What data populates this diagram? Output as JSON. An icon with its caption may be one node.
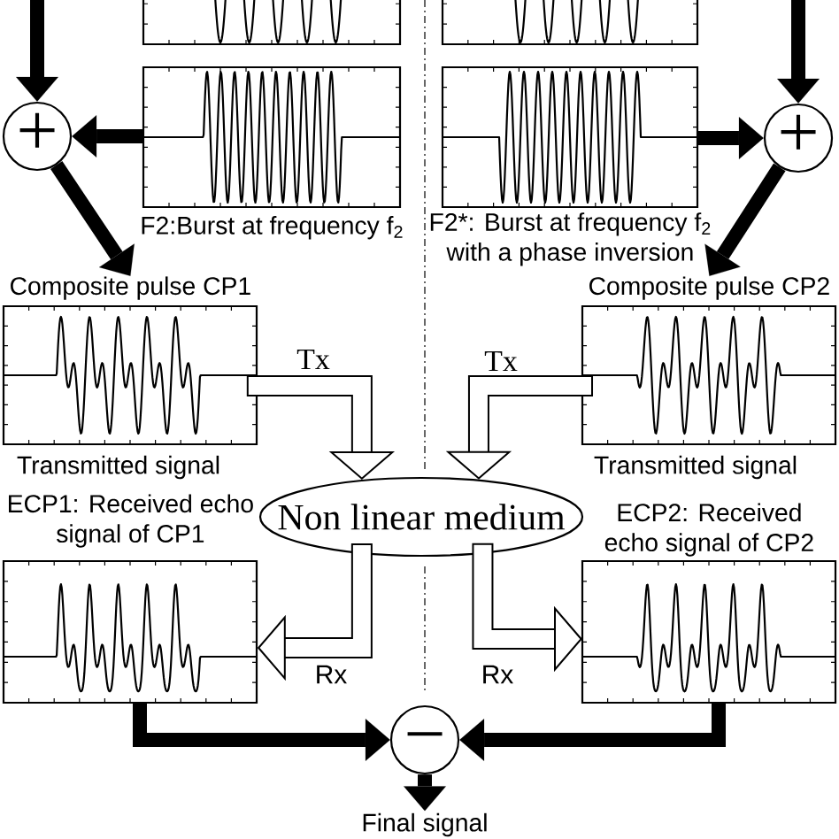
{
  "diagram": {
    "nodes": [
      {
        "text": [],
        "shape": "picture"
      },
      {
        "text": [],
        "shape": "picture"
      },
      {
        "text": [
          "+"
        ]
      },
      {
        "text": [
          "F2:Burst at frequency f$_{2}$"
        ]
      },
      {
        "text": [
          "F2*: Burst at frequency f$_{2}$ with a phase inversion"
        ]
      },
      {
        "text": [
          "+"
        ]
      },
      {
        "text": [
          "Composite pulse CP1"
        ],
        "beside": [
          "Transmitted signal"
        ]
      },
      {
        "text": [
          "Composite pulse CP2"
        ],
        "beside": [
          "Transmitted signal"
        ]
      },
      {
        "text": [
          "Non linear medium"
        ]
      },
      {
        "text": [
          "ECP1: Received echo signal of CP1"
        ]
      },
      {
        "text": [
          "ECP2: Received echo signal of CP2"
        ]
      },
      {
        "text": [
          "−"
        ]
      },
      {
        "text": [
          "Final signal"
        ]
      }
    ],
    "edges": [
      {
        "from": null,
        "to": 2,
        "arrow": "to"
      },
      {
        "from": null,
        "to": 5,
        "arrow": "to"
      },
      {
        "from": 3,
        "to": 2,
        "arrow": "to"
      },
      {
        "from": 4,
        "to": 5,
        "arrow": "to"
      },
      {
        "from": 2,
        "to": 6,
        "arrow": "to"
      },
      {
        "from": 5,
        "to": 7,
        "arrow": "to"
      },
      {
        "from": 6,
        "to": 8,
        "arrow": "to",
        "label": "Tx"
      },
      {
        "from": 7,
        "to": 8,
        "arrow": "to",
        "label": "Tx"
      },
      {
        "from": 8,
        "to": 9,
        "arrow": "to",
        "label": "Rx"
      },
      {
        "from": 8,
        "to": 10,
        "arrow": "to",
        "label": "Rx"
      },
      {
        "from": 9,
        "to": 11,
        "arrow": "to"
      },
      {
        "from": 10,
        "to": 11,
        "arrow": "to"
      },
      {
        "from": 11,
        "to": 12,
        "arrow": "to"
      }
    ]
  }
}
